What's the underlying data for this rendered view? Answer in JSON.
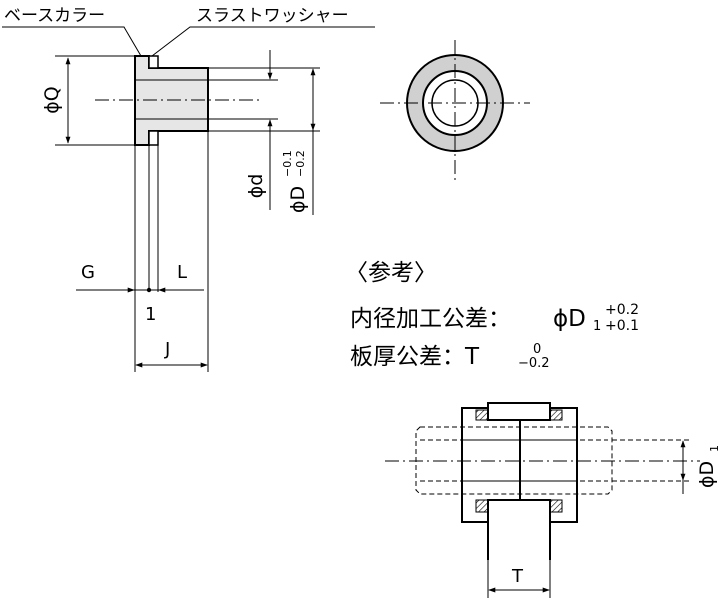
{
  "callouts": {
    "base_collar": "ベースカラー",
    "thrust_washer": "スラストワッシャー"
  },
  "dimensions": {
    "phi_q": "ϕQ",
    "phi_d_small": "ϕd",
    "phi_D": "ϕD",
    "phi_D_tol_upper": "−0.1",
    "phi_D_tol_lower": "−0.2",
    "G": "G",
    "L": "L",
    "one": "1",
    "J": "J",
    "phi_D1_main": "ϕD",
    "phi_D1_sub": "1",
    "T": "T"
  },
  "reference": {
    "heading": "〈参考〉",
    "bore_label": "内径加工公差：",
    "bore_symbol": "ϕD",
    "bore_sub": "1",
    "bore_tol_upper": "+0.2",
    "bore_tol_lower": "+0.1",
    "plate_label": "板厚公差：T",
    "plate_tol_upper": "0",
    "plate_tol_lower": "−0.2"
  },
  "colors": {
    "line": "#000000",
    "hatch": "#000000",
    "collar_fill": "#e6e6e6",
    "ring_fill": "#d0d0d0",
    "background": "#ffffff"
  }
}
